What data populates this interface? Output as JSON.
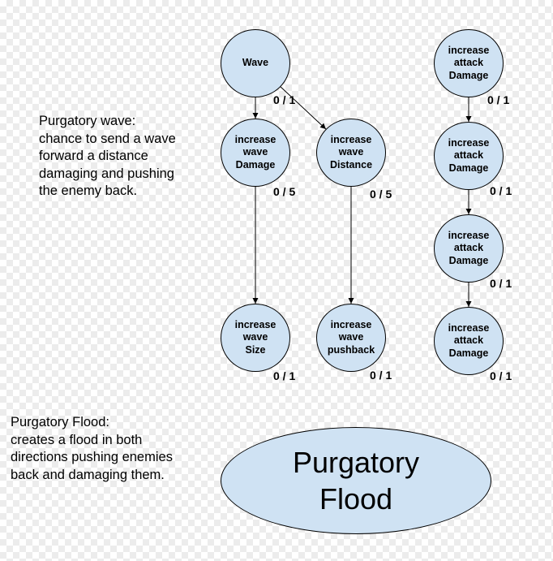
{
  "colors": {
    "node_fill": "#cfe2f3",
    "stroke": "#000000"
  },
  "descriptions": {
    "wave": "Purgatory wave:\nchance to send a wave\nforward a distance\ndamaging and pushing\nthe enemy back.",
    "flood": "Purgatory Flood:\ncreates a flood in both\ndirections pushing enemies\nback and damaging them."
  },
  "flood_node": {
    "label": "Purgatory\nFlood"
  },
  "nodes": {
    "wave": {
      "label": "Wave",
      "level": "0 / 1"
    },
    "wave_damage": {
      "label": "increase\nwave\nDamage",
      "level": "0 / 5"
    },
    "wave_distance": {
      "label": "increase\nwave\nDistance",
      "level": "0 / 5"
    },
    "wave_size": {
      "label": "increase\nwave\nSize",
      "level": "0 / 1"
    },
    "wave_pushback": {
      "label": "increase\nwave\npushback",
      "level": "0 / 1"
    },
    "attack_damage_1": {
      "label": "increase\nattack\nDamage",
      "level": "0 / 1"
    },
    "attack_damage_2": {
      "label": "increase\nattack\nDamage",
      "level": "0 / 1"
    },
    "attack_damage_3": {
      "label": "increase\nattack\nDamage",
      "level": "0 / 1"
    },
    "attack_damage_4": {
      "label": "increase\nattack\nDamage",
      "level": "0 / 1"
    }
  },
  "edges": [
    {
      "from": "wave",
      "to": "wave_damage"
    },
    {
      "from": "wave",
      "to": "wave_distance"
    },
    {
      "from": "wave_damage",
      "to": "wave_size"
    },
    {
      "from": "wave_distance",
      "to": "wave_pushback"
    },
    {
      "from": "attack_damage_1",
      "to": "attack_damage_2"
    },
    {
      "from": "attack_damage_2",
      "to": "attack_damage_3"
    },
    {
      "from": "attack_damage_3",
      "to": "attack_damage_4"
    }
  ]
}
